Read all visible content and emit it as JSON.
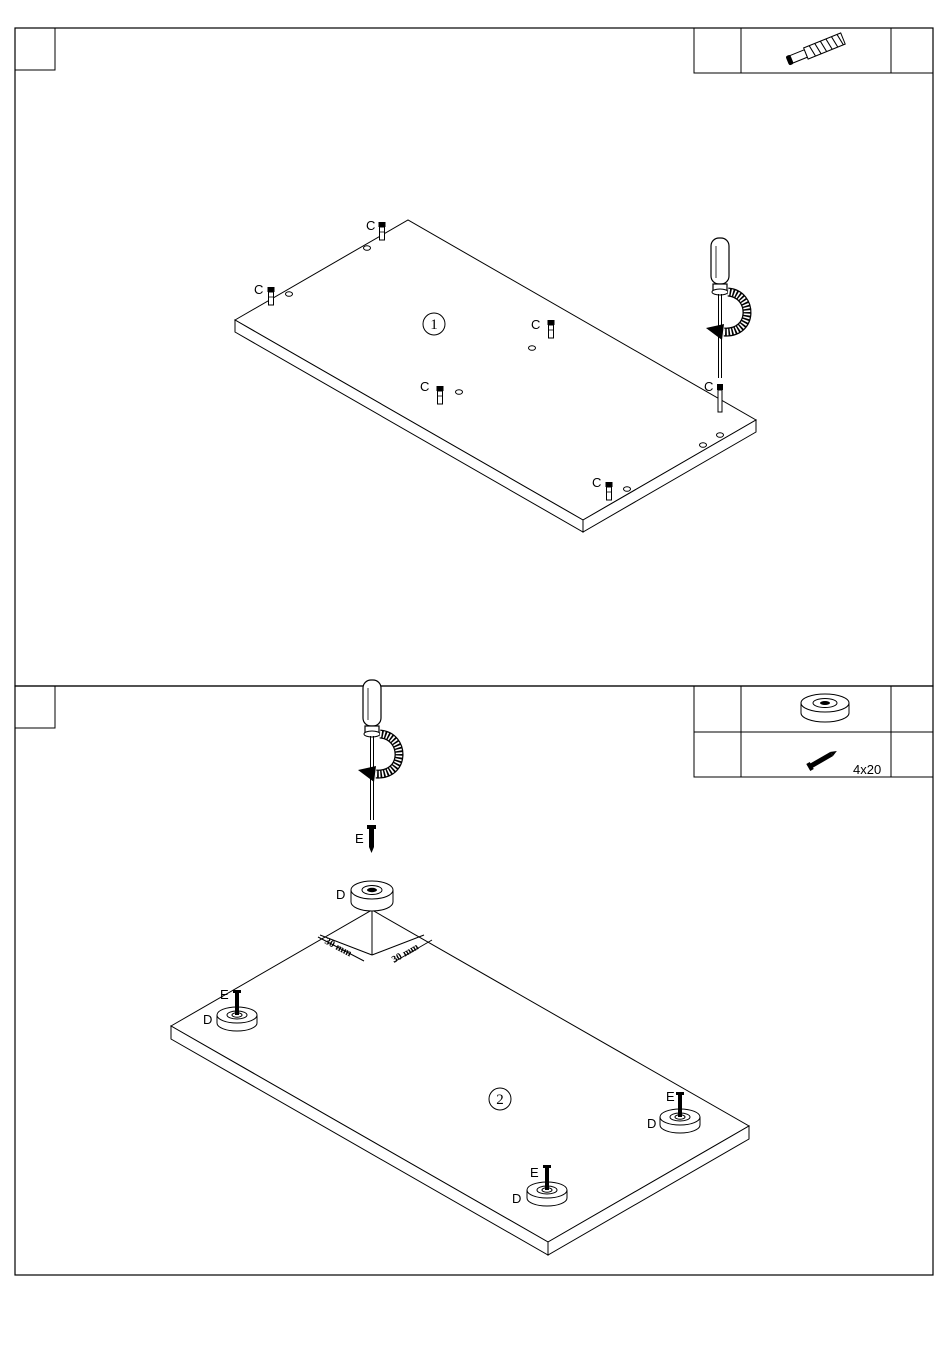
{
  "step1": {
    "part_number": "1",
    "cam_bolt_label": "C"
  },
  "step2": {
    "part_number": "2",
    "foot_label": "D",
    "screw_label": "E",
    "screw_size": "4x20",
    "dim_a": "30 mm",
    "dim_b": "30 mm"
  },
  "icons": {
    "cam_bolt": "cam-bolt-icon",
    "screwdriver": "screwdriver-icon",
    "foot": "furniture-foot-icon",
    "screw": "wood-screw-icon"
  },
  "colors": {
    "line": "#000000",
    "background": "#ffffff"
  }
}
